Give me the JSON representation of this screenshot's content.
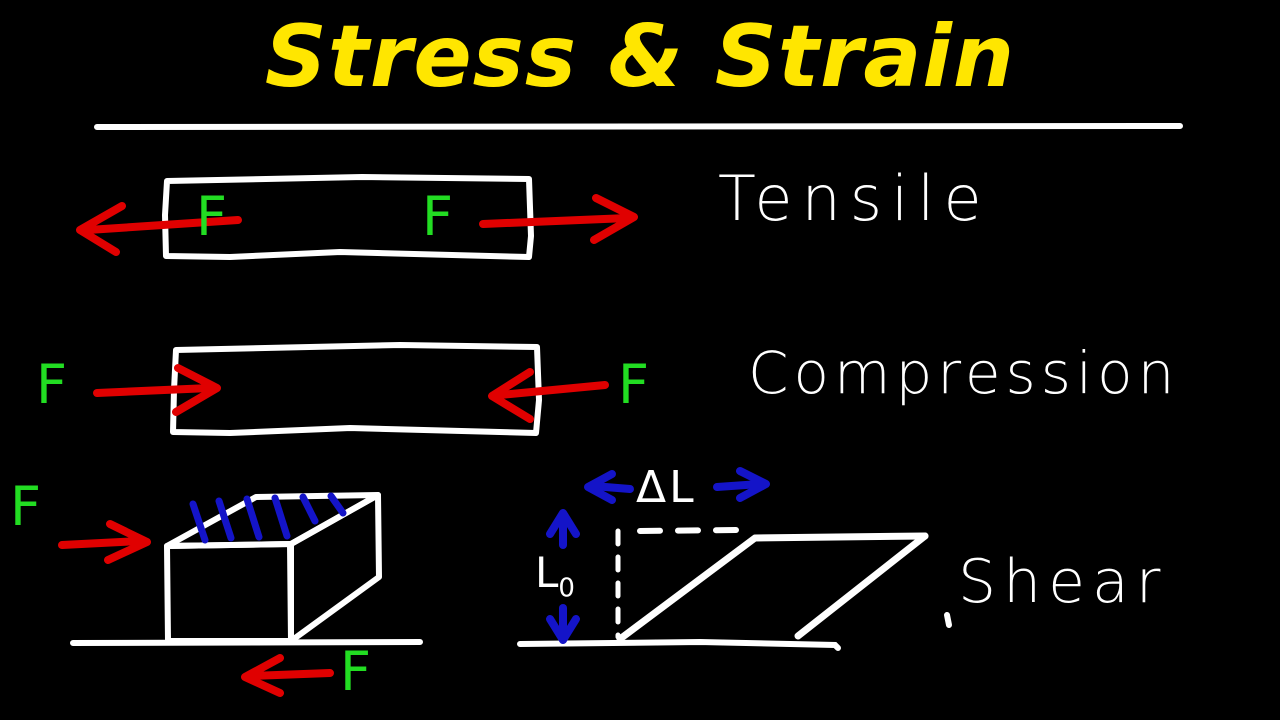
{
  "board": {
    "background_color": "#000000",
    "title": "Stress & Strain",
    "title_color": "#ffe600",
    "rule_color": "#ffffff"
  },
  "palette": {
    "white": "#ffffff",
    "yellow": "#ffe600",
    "red": "#e00000",
    "green": "#22dd22",
    "blue": "#1414c8"
  },
  "sections": [
    {
      "id": "tensile",
      "label": "Tensile",
      "description": "Rectangular bar pulled outward by two opposing forces",
      "force_labels": [
        "F",
        "F"
      ],
      "arrow_direction": "outward",
      "arrow_color": "#e00000",
      "force_label_color": "#22dd22",
      "body_color": "#ffffff"
    },
    {
      "id": "compression",
      "label": "Compression",
      "description": "Rectangular bar pushed inward by two opposing forces",
      "force_labels": [
        "F",
        "F"
      ],
      "arrow_direction": "inward",
      "arrow_color": "#e00000",
      "force_label_color": "#22dd22",
      "body_color": "#ffffff"
    },
    {
      "id": "shear",
      "label": "Shear",
      "description": "3D block with hatched top face sheared by opposing parallel forces, and deformed parallelogram showing deflection",
      "force_labels": [
        "F",
        "F"
      ],
      "arrow_direction": "opposing-parallel",
      "arrow_color": "#e00000",
      "force_label_color": "#22dd22",
      "hatch_color": "#1414c8",
      "body_color": "#ffffff"
    }
  ],
  "dimensions": {
    "delta_length_label": "ΔL",
    "delta_length_label_color": "#ffffff",
    "delta_length_arrow_color": "#1414c8",
    "original_length_label": "L",
    "original_length_subscript": "0",
    "original_length_label_color": "#ffffff",
    "original_length_arrow_color": "#1414c8"
  }
}
